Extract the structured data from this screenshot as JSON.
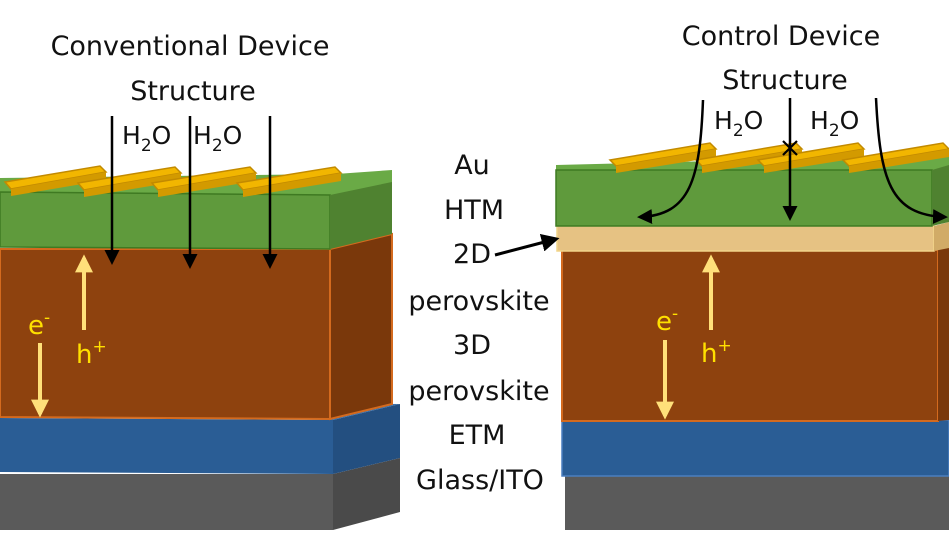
{
  "left_panel": {
    "title_line1": "Conventional Device",
    "title_line2": "Structure",
    "water_label_1": {
      "main": "H",
      "sub": "2",
      "tail": "O"
    },
    "water_label_2": {
      "main": "H",
      "sub": "2",
      "tail": "O"
    },
    "electron_label": {
      "main": "e",
      "sup": "-"
    },
    "hole_label": {
      "main": "h",
      "sup": "+"
    }
  },
  "right_panel": {
    "title_line1": "Control Device",
    "title_line2": "Structure",
    "water_label_1": {
      "main": "H",
      "sub": "2",
      "tail": "O"
    },
    "water_label_2": {
      "main": "H",
      "sub": "2",
      "tail": "O"
    },
    "electron_label": {
      "main": "e",
      "sup": "-"
    },
    "hole_label": {
      "main": "h",
      "sup": "+"
    }
  },
  "layer_labels": {
    "au": "Au",
    "htm": "HTM",
    "two_d_line1": "2D",
    "two_d_line2": "perovskite",
    "three_d_line1": "3D",
    "three_d_line2": "perovskite",
    "etm": "ETM",
    "substrate": "Glass/ITO"
  },
  "colors": {
    "gold": "#f2b600",
    "gold_edge": "#c28a00",
    "htm_front": "#5f9a3c",
    "htm_top": "#6aaa46",
    "htm_side": "#4f8230",
    "perovskite_front": "#8e420e",
    "perovskite_side": "#7a380b",
    "perovskite_edge": "#d46a1e",
    "two_d_front": "#e6c283",
    "two_d_side": "#d1ab67",
    "etm_front": "#2a5d95",
    "etm_side": "#234f80",
    "glass_front": "#5a5a5a",
    "glass_side": "#4a4a4a",
    "carrier_arrow": "#ffe07a",
    "carrier_text": "#ffe000",
    "water_arrow": "#000000"
  }
}
